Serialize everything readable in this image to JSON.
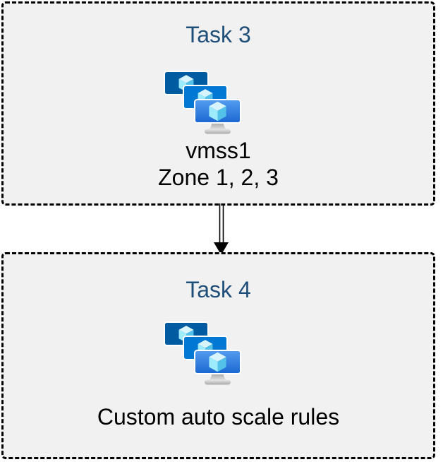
{
  "diagram": {
    "boxes": [
      {
        "title": "Task 3",
        "icon": "vm-scale-sets-icon",
        "lines": [
          "vmss1",
          "Zone 1, 2, 3"
        ]
      },
      {
        "title": "Task 4",
        "icon": "vm-scale-sets-icon",
        "lines": [
          "Custom auto scale rules"
        ]
      }
    ],
    "connector": {
      "type": "double-line-arrow",
      "direction": "down"
    },
    "colors": {
      "box_fill": "#f1f1f1",
      "box_border": "#000000",
      "title_text": "#1f4e79",
      "body_text": "#000000",
      "monitor_back": "#005ba1",
      "monitor_middle": "#0078d4",
      "monitor_front_top": "#549df0",
      "monitor_front_bottom": "#1a67d2",
      "cube_top": "#d8f5ff",
      "cube_left": "#9cebff",
      "cube_right": "#54c1e8",
      "stand_gray": "#c8c8c8",
      "arrow": "#000000"
    }
  }
}
